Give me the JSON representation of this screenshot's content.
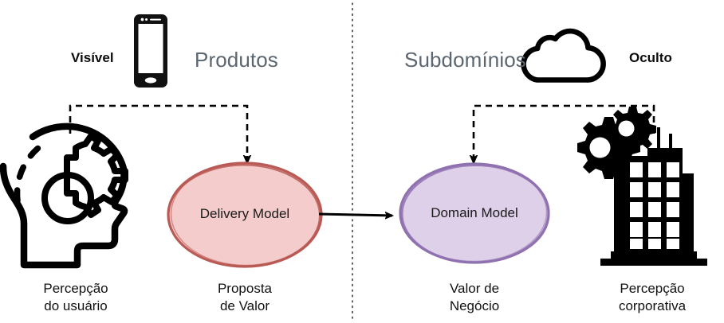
{
  "diagram": {
    "title_left": "Produtos",
    "title_right": "Subdomínios",
    "tag_left": "Visível",
    "tag_right": "Oculto",
    "divider": "vertical-dotted-divider",
    "colors": {
      "heading_gray": "#5b6670",
      "label_black": "#0d0d0d",
      "delivery_fill": "#f5cccc",
      "delivery_stroke": "#b95a55",
      "domain_fill": "#ddd0e8",
      "domain_stroke": "#9071b0",
      "icon_black": "#000000",
      "background": "#ffffff"
    },
    "nodes": [
      {
        "id": "delivery",
        "label": "Delivery Model",
        "caption_line1": "Proposta",
        "caption_line2": "de Valor"
      },
      {
        "id": "domain",
        "label": "Domain Model",
        "caption_line1": "Valor de",
        "caption_line2": "Negócio"
      }
    ],
    "icons": [
      {
        "id": "phone",
        "name": "smartphone-icon",
        "caption_line1": "",
        "caption_line2": ""
      },
      {
        "id": "cloud",
        "name": "cloud-icon",
        "caption_line1": "",
        "caption_line2": ""
      },
      {
        "id": "head",
        "name": "head-with-gear-icon",
        "caption_line1": "Percepção",
        "caption_line2": "do usuário"
      },
      {
        "id": "building",
        "name": "office-building-with-gears-icon",
        "caption_line1": "Percepção",
        "caption_line2": "corporativa"
      }
    ],
    "connectors": [
      {
        "id": "left-bracket",
        "name": "dashed-bracket-products",
        "style": "dashed",
        "arrow": "down-into-delivery"
      },
      {
        "id": "right-bracket",
        "name": "dashed-bracket-subdomains",
        "style": "dashed",
        "arrow": "down-into-domain"
      },
      {
        "id": "center-arrow",
        "name": "delivery-to-domain-arrow",
        "style": "solid",
        "arrow": "right"
      }
    ]
  }
}
